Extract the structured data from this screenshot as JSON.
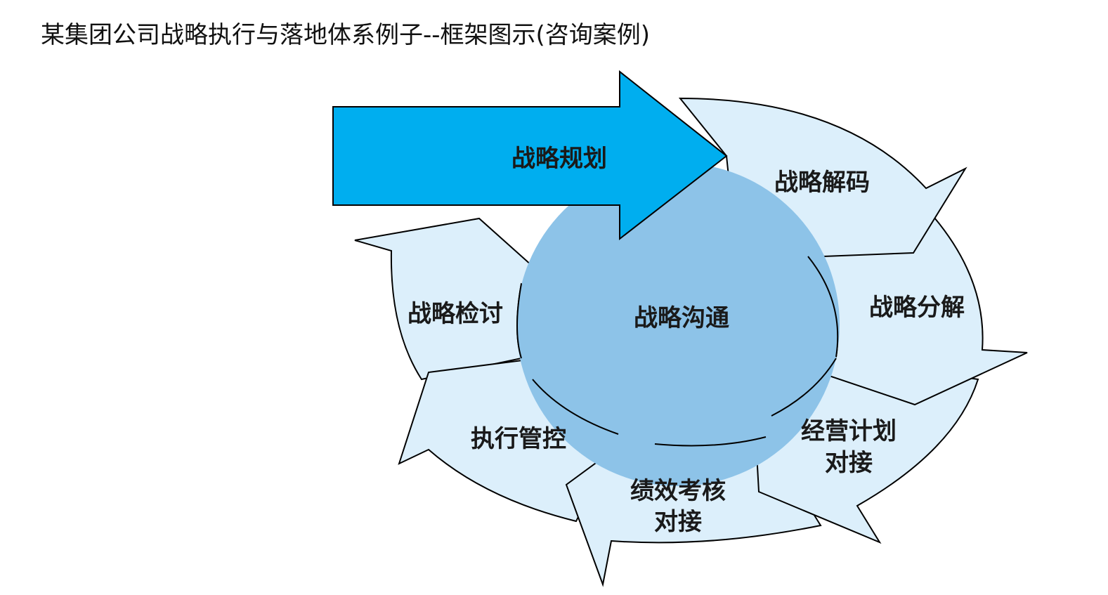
{
  "title": "某集团公司战略执行与落地体系例子--框架图示(咨询案例)",
  "diagram": {
    "center_label": "战略沟通",
    "input_arrow_label": "战略规划",
    "cycle_steps": [
      {
        "lines": [
          "战略解码"
        ]
      },
      {
        "lines": [
          "战略分解"
        ]
      },
      {
        "lines": [
          "经营计划",
          "对接"
        ]
      },
      {
        "lines": [
          "绩效考核",
          "对接"
        ]
      },
      {
        "lines": [
          "执行管控"
        ]
      },
      {
        "lines": [
          "战略检讨"
        ]
      }
    ],
    "colors": {
      "input_arrow": "#00AEEF",
      "center_circle": "#8DC3E8",
      "cycle_arrows": "#DCEFFB",
      "outline": "#000000"
    }
  }
}
